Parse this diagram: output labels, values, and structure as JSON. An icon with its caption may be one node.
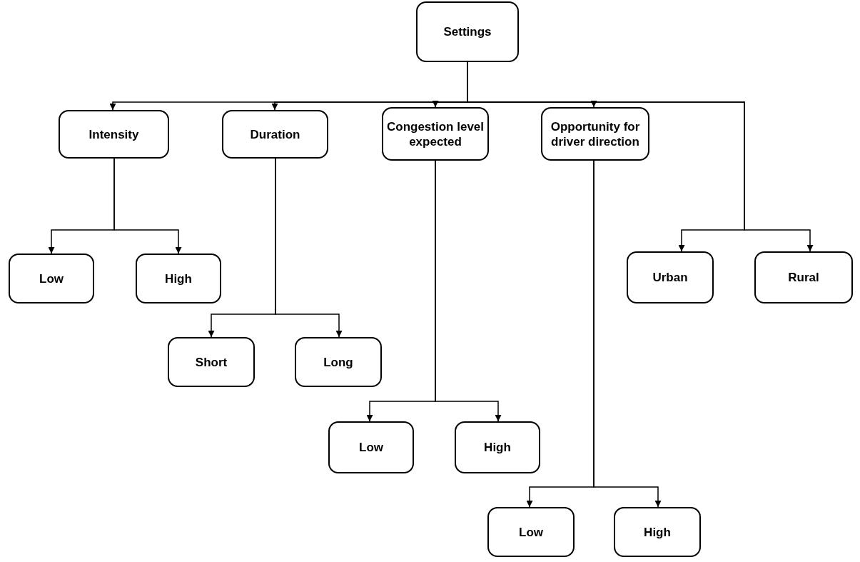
{
  "diagram": {
    "nodes": [
      {
        "text": [
          "Settings"
        ]
      },
      {
        "text": [
          "Intensity"
        ]
      },
      {
        "text": [
          "Duration"
        ]
      },
      {
        "text": [
          "Congestion level expected"
        ]
      },
      {
        "text": [
          "Opportunity for driver direction"
        ]
      },
      {
        "text": [
          "Low"
        ]
      },
      {
        "text": [
          "High"
        ]
      },
      {
        "text": [
          "Short"
        ]
      },
      {
        "text": [
          "Long"
        ]
      },
      {
        "text": [
          "Low"
        ]
      },
      {
        "text": [
          "High"
        ]
      },
      {
        "text": [
          "Low"
        ]
      },
      {
        "text": [
          "High"
        ]
      },
      {
        "text": [
          "Urban"
        ]
      },
      {
        "text": [
          "Rural"
        ]
      }
    ],
    "edges": [
      {
        "from": 0,
        "to": 1,
        "arrow": "to"
      },
      {
        "from": 0,
        "to": 2,
        "arrow": "to"
      },
      {
        "from": 0,
        "to": 3,
        "arrow": "to"
      },
      {
        "from": 0,
        "to": 4,
        "arrow": "to"
      },
      {
        "from": 0,
        "to": 13,
        "arrow": "to"
      },
      {
        "from": 0,
        "to": 14,
        "arrow": "to"
      },
      {
        "from": 1,
        "to": 5,
        "arrow": "to"
      },
      {
        "from": 1,
        "to": 6,
        "arrow": "to"
      },
      {
        "from": 2,
        "to": 7,
        "arrow": "to"
      },
      {
        "from": 2,
        "to": 8,
        "arrow": "to"
      },
      {
        "from": 3,
        "to": 9,
        "arrow": "to"
      },
      {
        "from": 3,
        "to": 10,
        "arrow": "to"
      },
      {
        "from": 4,
        "to": 11,
        "arrow": "to"
      },
      {
        "from": 4,
        "to": 12,
        "arrow": "to"
      }
    ]
  }
}
